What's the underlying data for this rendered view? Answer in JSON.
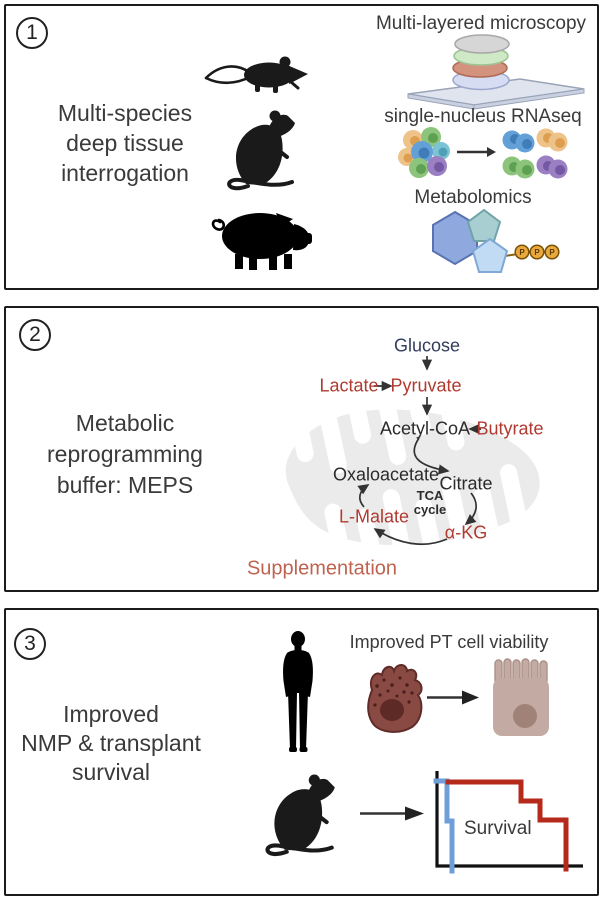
{
  "colors": {
    "metabolite_red": "#b03a30",
    "glucose_navy": "#333c5e",
    "supplementation_salmon": "#bf6350",
    "survival_red": "#b52a1b",
    "survival_blue": "#6f9fd8",
    "text_dark": "#3a3a3a",
    "mitochondria_gray": "#ebebeb"
  },
  "panel1": {
    "number": "1",
    "title_lines": [
      "Multi-species",
      "deep tissue",
      "interrogation"
    ],
    "microscopy_label": "Multi-layered microscopy",
    "rnaseq_label": "single-nucleus RNAseq",
    "metabolomics_label": "Metabolomics",
    "phosphate_label": "P",
    "icons": [
      "mouse-icon",
      "rat-icon",
      "pig-icon",
      "microscopy-stack-icon",
      "cell-cluster-icon",
      "molecule-icon"
    ]
  },
  "panel2": {
    "number": "2",
    "title_lines": [
      "Metabolic",
      "reprogramming",
      "buffer: MEPS"
    ],
    "nodes": {
      "glucose": "Glucose",
      "lactate": "Lactate",
      "pyruvate": "Pyruvate",
      "acetyl_coa": "Acetyl-CoA",
      "butyrate": "Butyrate",
      "oxaloacetate": "Oxaloacetate",
      "citrate": "Citrate",
      "tca1": "TCA",
      "tca2": "cycle",
      "l_malate": "L-Malate",
      "alpha_kg": "α-KG",
      "supplementation": "Supplementation"
    },
    "icons": [
      "mitochondria-icon"
    ]
  },
  "panel3": {
    "number": "3",
    "title_lines": [
      "Improved",
      "NMP & transplant",
      "survival"
    ],
    "cell_viability_label": "Improved PT cell viability",
    "survival_label": "Survival",
    "icons": [
      "human-icon",
      "damaged-cell-icon",
      "healthy-cell-icon",
      "rat-icon",
      "survival-curve-icon"
    ]
  }
}
